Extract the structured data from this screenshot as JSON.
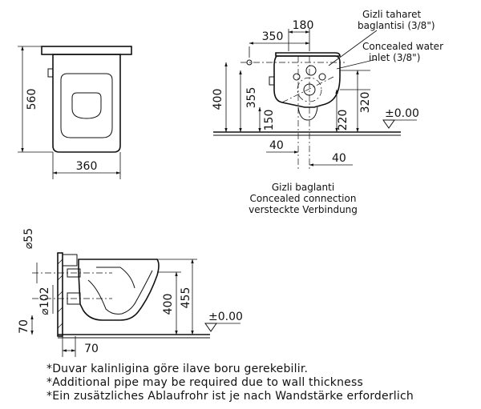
{
  "dimensions": {
    "front_height": "560",
    "front_width": "360",
    "side_350": "350",
    "side_180": "180",
    "side_400": "400",
    "side_355": "355",
    "side_320": "320",
    "side_220": "220",
    "side_150": "150",
    "side_40_left": "40",
    "side_40_right": "40",
    "floor_level": "±0.00",
    "section_55": "⌀55",
    "section_102": "⌀102",
    "section_70_vertical": "70",
    "section_70_horizontal": "70",
    "section_400": "400",
    "section_455": "455",
    "section_floor_level": "±0.00"
  },
  "labels": {
    "bidet_inlet_tr": "Gizli taharet",
    "bidet_inlet_tr_2": "baglantisi (3/8\")",
    "water_inlet_en": "Concealed water",
    "water_inlet_en_2": "inlet (3/8\")",
    "connection_tr": "Gizli baglanti",
    "connection_en": "Concealed connection",
    "connection_de": "versteckte Verbindung"
  },
  "notes": [
    "*Duvar kalinligina göre ilave boru gerekebilir.",
    "*Additional pipe may be required due to wall thickness",
    "*Ein zusätzliches Ablaufrohr ist je nach Wandstärke erforderlich"
  ]
}
